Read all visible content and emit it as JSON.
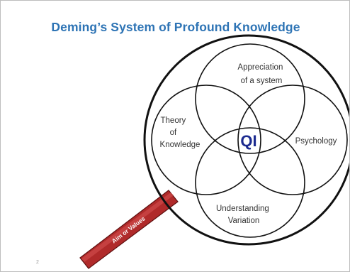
{
  "slide": {
    "title": "Deming’s System of Profound Knowledge",
    "page_number": "2"
  },
  "diagram": {
    "circles": [
      {
        "label_lines": [
          "Appreciation",
          "of a system"
        ]
      },
      {
        "label_lines": [
          "Theory",
          "of",
          "Knowledge"
        ]
      },
      {
        "label_lines": [
          "Psychology"
        ]
      },
      {
        "label_lines": [
          "Understanding",
          "Variation"
        ]
      }
    ],
    "center_label": "QI",
    "handle_label": "Aim or Values"
  },
  "colors": {
    "title": "#2e74b5",
    "center_text": "#1b2a8f",
    "handle": "#b02a2a",
    "outline": "#111111"
  }
}
